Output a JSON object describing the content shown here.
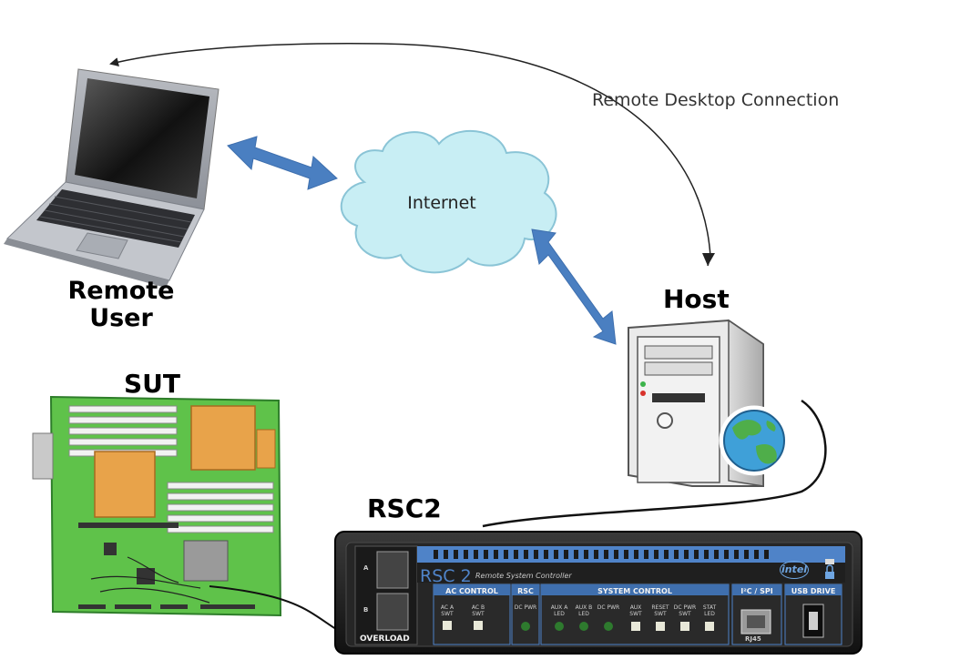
{
  "labels": {
    "remote_user_line1": "Remote",
    "remote_user_line2": "User",
    "internet": "Internet",
    "remote_desktop": "Remote Desktop Connection",
    "host": "Host",
    "sut": "SUT",
    "rsc2": "RSC2"
  },
  "device": {
    "name": "RSC 2",
    "subtitle": "Remote System Controller",
    "brand": "intel",
    "port_a": "A",
    "port_b": "B",
    "overload": "OVERLOAD",
    "sections": {
      "ac_control": "AC CONTROL",
      "rsc": "RSC",
      "system_control": "SYSTEM CONTROL",
      "i2c_spi": "I²C / SPI",
      "usb_drive": "USB DRIVE",
      "rj45": "RJ45"
    },
    "ac_buttons": [
      "AC A SWT",
      "AC B SWT"
    ],
    "rsc_button": "DC PWR",
    "system_leds": [
      "AUX A LED",
      "AUX B LED",
      "DC PWR"
    ],
    "system_buttons": [
      "AUX SWT",
      "RESET SWT",
      "DC PWR SWT",
      "STAT LED"
    ]
  },
  "colors": {
    "arrow_blue": "#4a7fc1",
    "cloud_fill": "#c8eef4",
    "cloud_stroke": "#8ac4d6",
    "board_green": "#5fc24a",
    "device_dark": "#1d1d1d",
    "device_blue": "#4f83c8"
  }
}
